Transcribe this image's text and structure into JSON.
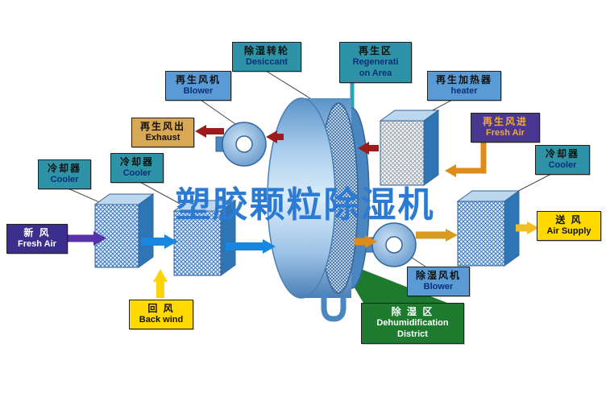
{
  "title": "塑胶颗粒除湿机",
  "labels": {
    "regen_blower": {
      "zh": "再生风机",
      "en": "Blower"
    },
    "desiccant": {
      "zh": "除湿转轮",
      "en": "Desiccant"
    },
    "regen_area": {
      "zh": "再生区",
      "en_line1": "Regenerati",
      "en_line2": "on Area"
    },
    "regen_heater": {
      "zh": "再生加热器",
      "en": "heater"
    },
    "exhaust": {
      "zh": "再生风出",
      "en": "Exhaust"
    },
    "regen_fresh_air": {
      "zh": "再生风进",
      "en": "Fresh Air"
    },
    "cooler_left_outer": {
      "zh": "冷却器",
      "en": "Cooler"
    },
    "cooler_left_inner": {
      "zh": "冷却器",
      "en": "Cooler"
    },
    "cooler_right": {
      "zh": "冷却器",
      "en": "Cooler"
    },
    "fresh_air": {
      "zh": "新 风",
      "en": "Fresh Air"
    },
    "back_wind": {
      "zh": "回 风",
      "en": "Back wind"
    },
    "air_supply": {
      "zh": "送 风",
      "en": "Air Supply"
    },
    "dehumid_blower": {
      "zh": "除湿风机",
      "en": "Blower"
    },
    "dehumid_district": {
      "zh": "除 湿 区",
      "en_line1": "Dehumidification",
      "en_line2": "District"
    }
  },
  "colors": {
    "teal_box": "#2E93A6",
    "blue_box": "#5B9BD5",
    "tan_box": "#D9A855",
    "purple_box": "#3C2E8C",
    "purple_orange_box": "#4A3790",
    "yellow_box": "#FFD900",
    "green_box": "#1E7A2E",
    "title_blue": "#2B7BD4",
    "arrow_blue": "#1787E0",
    "arrow_crimson": "#9E1B1B",
    "arrow_orange": "#E08A18",
    "arrow_purple": "#5633A8",
    "arrow_yellow": "#FFD400",
    "wheel_blue": "#4A86C0"
  }
}
